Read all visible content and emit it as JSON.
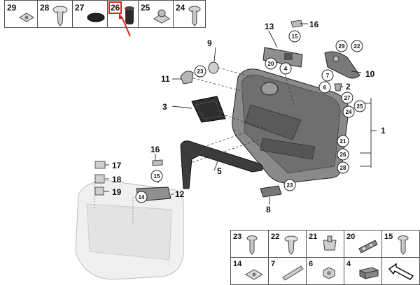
{
  "top_strip": {
    "cells": [
      {
        "label": "29",
        "icon": "speed-nut-icon",
        "highlight": false
      },
      {
        "label": "28",
        "icon": "expanding-rivet-icon",
        "highlight": false
      },
      {
        "label": "27",
        "icon": "round-pad-icon",
        "highlight": false
      },
      {
        "label": "26",
        "icon": "rubber-buffer-icon",
        "highlight": true
      },
      {
        "label": "25",
        "icon": "clip-nut-icon",
        "highlight": false
      },
      {
        "label": "24",
        "icon": "screw-icon",
        "highlight": false
      }
    ]
  },
  "callouts": {
    "c1": "1",
    "c2": "2",
    "c3": "3",
    "c5": "5",
    "c8": "8",
    "c9": "9",
    "c10": "10",
    "c11": "11",
    "c12": "12",
    "c13": "13",
    "c16a": "16",
    "c16b": "16",
    "c17": "17",
    "c18": "18",
    "c19": "19"
  },
  "circled": {
    "a15": "15",
    "a29": "29",
    "a22": "22",
    "a20": "20",
    "a4": "4",
    "a23": "23",
    "a7": "7",
    "a6": "6",
    "a27": "27",
    "a25": "25",
    "a24": "24",
    "a21": "21",
    "a26": "26",
    "a28": "28",
    "a23b": "23",
    "a15b": "15",
    "a14": "14"
  },
  "bottom_grid": {
    "row1": [
      {
        "label": "23",
        "icon": "screw-icon"
      },
      {
        "label": "22",
        "icon": "expanding-rivet-icon"
      },
      {
        "label": "21",
        "icon": "clip-icon"
      },
      {
        "label": "20",
        "icon": "bracket-icon"
      },
      {
        "label": "15",
        "icon": "screw-icon"
      }
    ],
    "row2": [
      {
        "label": "14",
        "icon": "speed-nut-icon"
      },
      {
        "label": "7",
        "icon": "trim-strip-icon"
      },
      {
        "label": "6",
        "icon": "hex-nut-icon"
      },
      {
        "label": "4",
        "icon": "foam-pad-icon"
      },
      {
        "label": "",
        "icon": "arrow-tool-icon"
      }
    ]
  },
  "colors": {
    "highlight": "#e02020",
    "part": "#4a4a4a",
    "outline": "#555555"
  }
}
